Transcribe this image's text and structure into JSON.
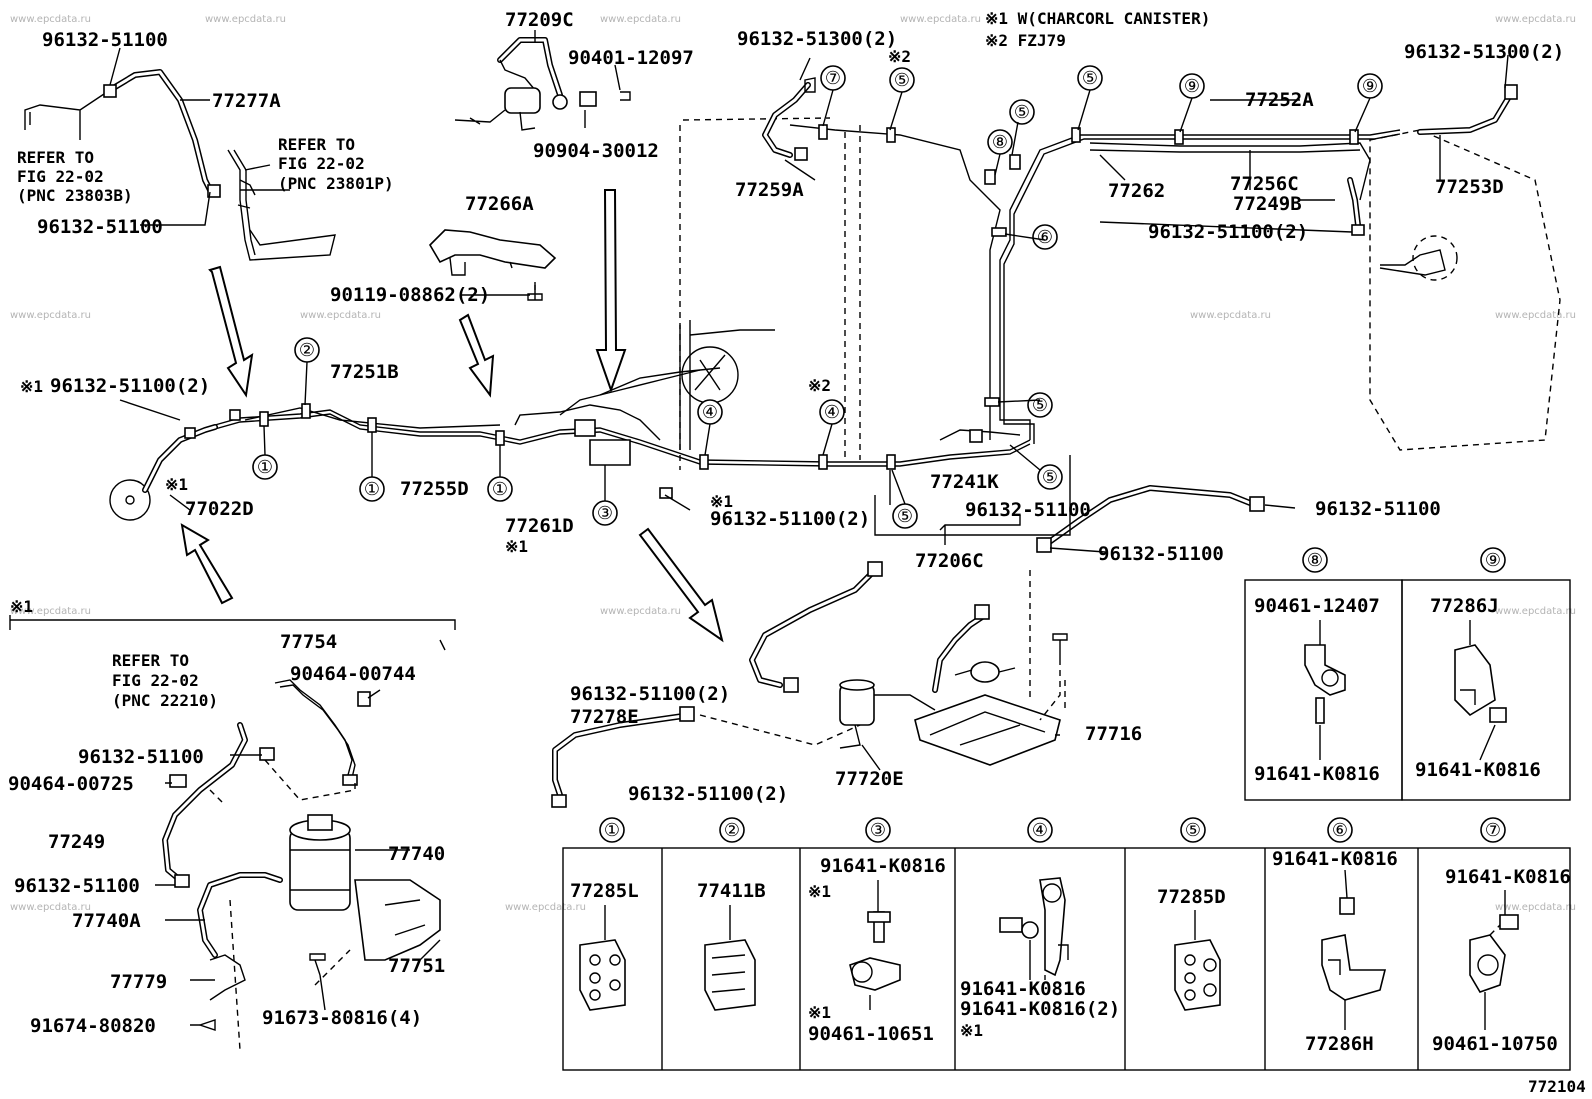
{
  "figure_number": "772104",
  "watermark": "www.epcdata.ru",
  "notes": {
    "note1": "※1 W(CHARCORL CANISTER)",
    "note2": "※2 FZJ79",
    "mark1": "※1",
    "mark2": "※2"
  },
  "refer": {
    "a": [
      "REFER TO",
      "FIG 22-02",
      "(PNC 23803B)"
    ],
    "b": [
      "REFER TO",
      "FIG 22-02",
      "(PNC 23801P)"
    ],
    "c": [
      "REFER TO",
      "FIG 22-02",
      "(PNC 22210)"
    ]
  },
  "labels": {
    "p77209C": "77209C",
    "p90401": "90401-12097",
    "p90904": "90904-30012",
    "p96132_51300_2a": "96132-51300(2)",
    "p96132_51300_2b": "96132-51300(2)",
    "p96132_51100_a": "96132-51100",
    "p77277A": "77277A",
    "p96132_51100_b": "96132-51100",
    "p77266A": "77266A",
    "p90119": "90119-08862(2)",
    "p77259A": "77259A",
    "p77252A": "77252A",
    "p77262": "77262",
    "p77256C": "77256C",
    "p77249B": "77249B",
    "p77253D": "77253D",
    "p96132_51100_2c": "96132-51100(2)",
    "p96132_51100_2x": "96132-51100(2)",
    "p77251B": "77251B",
    "p77255D": "77255D",
    "p77022D": "77022D",
    "p77261D": "77261D",
    "p96132_51100_2d": "96132-51100(2)",
    "p77241K": "77241K",
    "p96132_51100_c": "96132-51100",
    "p96132_51100_d": "96132-51100",
    "p96132_51100_e": "96132-51100",
    "p77206C": "77206C",
    "p96132_51100_2e": "96132-51100(2)",
    "p77278E": "77278E",
    "p96132_51100_2f": "96132-51100(2)",
    "p77720E": "77720E",
    "p77716": "77716",
    "p77754": "77754",
    "p90464_00744": "90464-00744",
    "p96132_51100_f": "96132-51100",
    "p90464_00725": "90464-00725",
    "p77249": "77249",
    "p77740": "77740",
    "p96132_51100_g": "96132-51100",
    "p77740A": "77740A",
    "p77751": "77751",
    "p77779": "77779",
    "p91673": "91673-80816(4)",
    "p91674": "91674-80820"
  },
  "callouts": [
    "①",
    "②",
    "③",
    "④",
    "⑤",
    "⑥",
    "⑦",
    "⑧",
    "⑨"
  ],
  "detail_boxes": {
    "b1": {
      "num": "①",
      "parts": [
        "77285L"
      ]
    },
    "b2": {
      "num": "②",
      "parts": [
        "77411B"
      ]
    },
    "b3": {
      "num": "③",
      "parts": [
        "91641-K0816",
        "※1",
        "※1",
        "90461-10651"
      ]
    },
    "b4": {
      "num": "④",
      "parts": [
        "91641-K0816",
        "91641-K0816(2)",
        "※1"
      ]
    },
    "b5": {
      "num": "⑤",
      "parts": [
        "77285D"
      ]
    },
    "b6": {
      "num": "⑥",
      "parts": [
        "91641-K0816",
        "77286H"
      ]
    },
    "b7": {
      "num": "⑦",
      "parts": [
        "91641-K0816",
        "90461-10750"
      ]
    },
    "b8": {
      "num": "⑧",
      "parts": [
        "90461-12407",
        "91641-K0816"
      ]
    },
    "b9": {
      "num": "⑨",
      "parts": [
        "77286J",
        "91641-K0816"
      ]
    }
  }
}
